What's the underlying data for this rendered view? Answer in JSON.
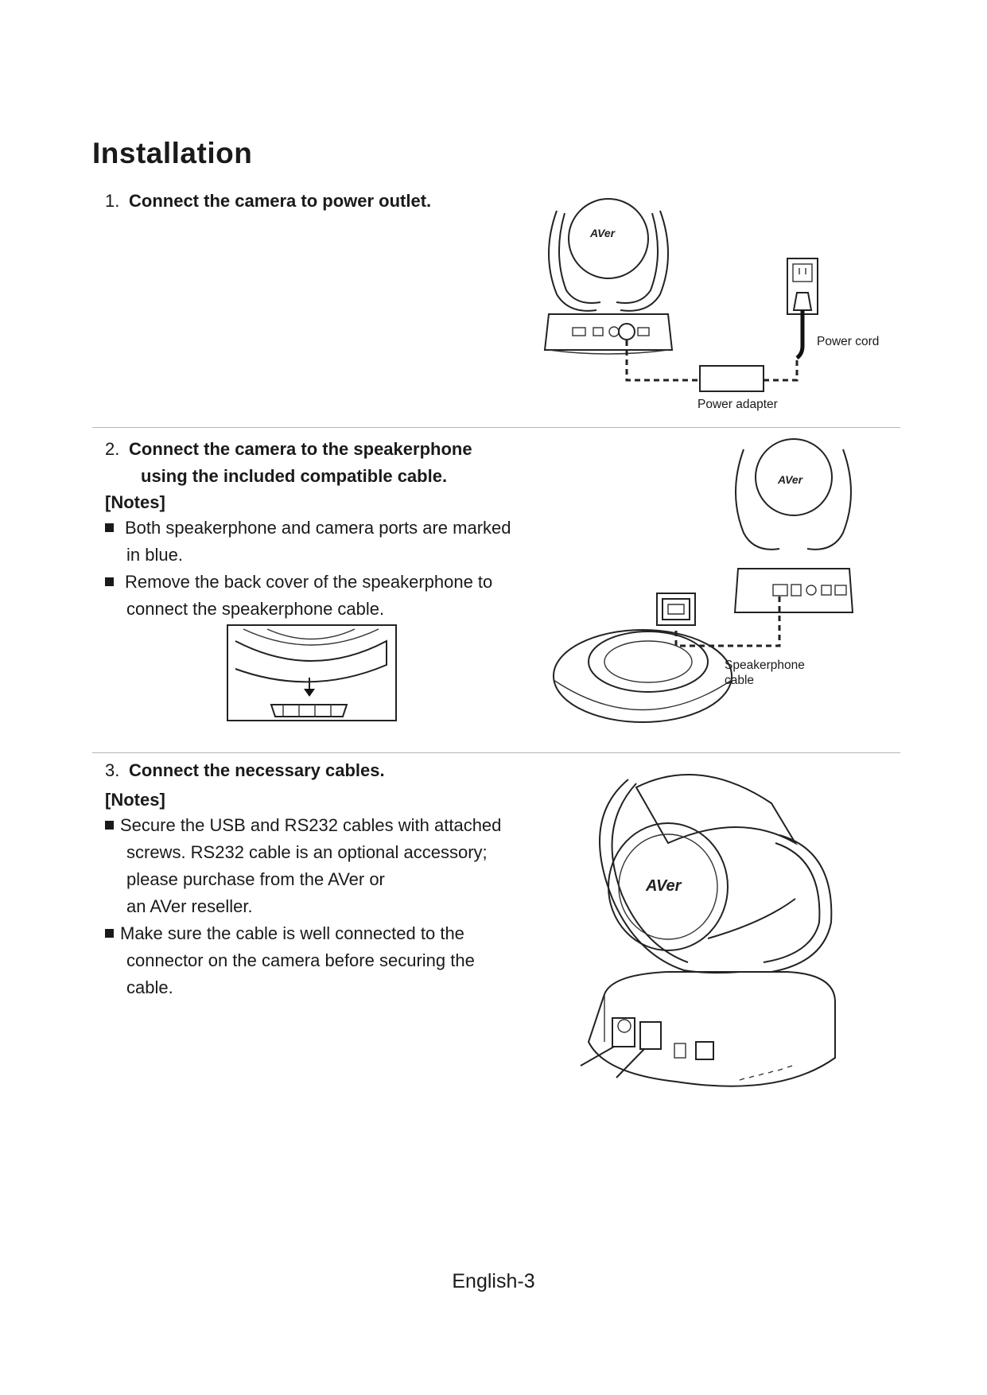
{
  "title": "Installation",
  "step1": {
    "number": "1.",
    "heading": "Connect the camera to power outlet.",
    "labels": {
      "power_cord": "Power cord",
      "power_adapter": "Power adapter"
    }
  },
  "step2": {
    "number": "2.",
    "heading_line1": "Connect the camera to the speakerphone",
    "heading_line2": "using the included compatible cable.",
    "notes_label": "[Notes]",
    "notes": [
      {
        "line1": "Both speakerphone and camera ports are marked",
        "line2": "in blue."
      },
      {
        "line1": "Remove the back cover of the speakerphone to",
        "line2": "connect the speakerphone cable."
      }
    ],
    "labels": {
      "speakerphone_cable_line1": "Speakerphone",
      "speakerphone_cable_line2": "cable"
    }
  },
  "step3": {
    "number": "3.",
    "heading": "Connect the necessary cables.",
    "notes_label": "[Notes]",
    "notes": [
      {
        "lines": [
          "Secure the USB and RS232 cables with attached",
          "screws. RS232 cable is an optional accessory;",
          "please purchase from the AVer or",
          "an AVer reseller."
        ]
      },
      {
        "lines": [
          "Make sure the cable is well connected to the",
          "connector on the camera before securing the",
          "cable."
        ]
      }
    ]
  },
  "brand_logo": "AVer",
  "footer": "English-3",
  "icons": [
    "camera-illustration",
    "power-outlet-icon",
    "power-adapter-icon",
    "speakerphone-illustration",
    "ethernet-port-icon",
    "down-arrow-icon"
  ]
}
